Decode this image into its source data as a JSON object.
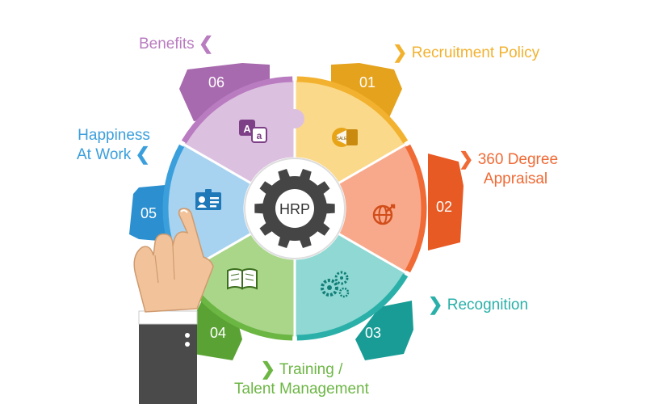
{
  "center": {
    "label": "HRP"
  },
  "colors": {
    "benefits": "#b97cc0",
    "recruitment": "#f2b230",
    "appraisal": "#f06a35",
    "recognition": "#2ab0a9",
    "training": "#6cb644",
    "happiness": "#3b9fdc",
    "gear": "#454545"
  },
  "sections": [
    {
      "key": "recruitment",
      "number": "01",
      "lines": [
        "Recruitment Policy"
      ],
      "icon": "megaphone-icon"
    },
    {
      "key": "appraisal",
      "number": "02",
      "lines": [
        "360 Degree",
        "Appraisal"
      ],
      "icon": "globe-icon"
    },
    {
      "key": "recognition",
      "number": "03",
      "lines": [
        "Recognition"
      ],
      "icon": "gears-icon"
    },
    {
      "key": "training",
      "number": "04",
      "lines": [
        "Training /",
        "Talent Management"
      ],
      "icon": "book-icon"
    },
    {
      "key": "happiness",
      "number": "05",
      "lines": [
        "Happiness",
        "At Work"
      ],
      "icon": "id-card-icon"
    },
    {
      "key": "benefits",
      "number": "06",
      "lines": [
        "Benefits"
      ],
      "icon": "translate-icon"
    }
  ],
  "arrow_glyphs": {
    "right": "❯",
    "left": "❮"
  }
}
